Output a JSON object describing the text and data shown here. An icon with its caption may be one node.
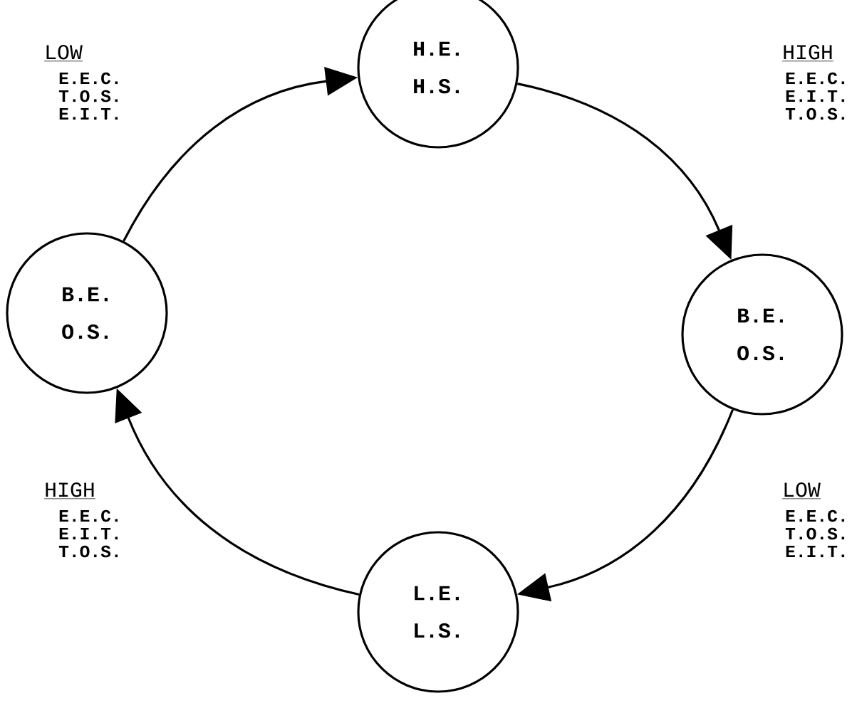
{
  "diagram": {
    "nodes": [
      {
        "text": [
          "H.E. H.S."
        ]
      },
      {
        "text": [
          "B.E. O.S."
        ]
      },
      {
        "text": [
          "L.E. L.S."
        ]
      },
      {
        "text": [
          "B.E. O.S."
        ]
      }
    ],
    "edges": [
      {
        "from": 0,
        "to": 1,
        "arrow": "to"
      },
      {
        "from": 1,
        "to": 2,
        "arrow": "to"
      },
      {
        "from": 2,
        "to": 3,
        "arrow": "to"
      },
      {
        "from": 3,
        "to": 0,
        "arrow": "to"
      }
    ],
    "labels": [
      "LOW",
      "E.E.C.",
      "T.O.S.",
      "E.I.T.",
      "HIGH",
      "E.E.C.",
      "E.I.T.",
      "T.O.S.",
      "HIGH",
      "E.E.C.",
      "E.I.T.",
      "T.O.S.",
      "LOW",
      "E.E.C.",
      "T.O.S.",
      "E.I.T."
    ]
  }
}
